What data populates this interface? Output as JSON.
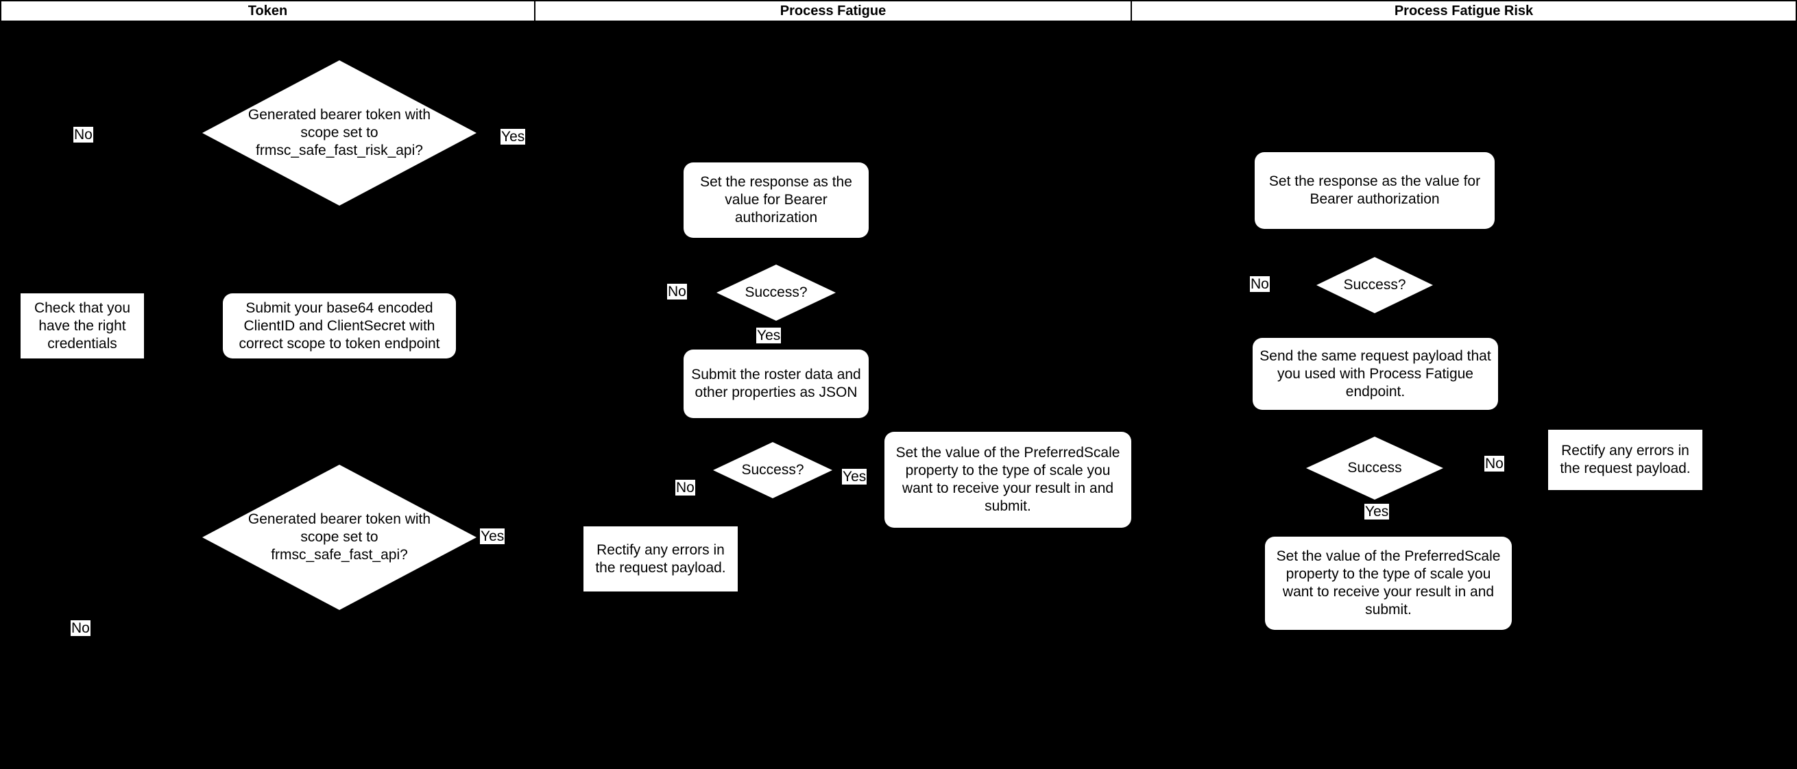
{
  "diagram": {
    "title": "Token / Process Fatigue / Process Fatigue Risk flowchart",
    "background_color": "#000000",
    "node_fill_color": "#ffffff",
    "text_color": "#000000"
  },
  "columns": [
    {
      "label": "Token"
    },
    {
      "label": "Process Fatigue"
    },
    {
      "label": "Process Fatigue Risk"
    }
  ],
  "token_column": {
    "decision_1": "Generated bearer token with scope set to frmsc_safe_fast_risk_api?",
    "decision_1_no": "No",
    "decision_1_yes": "Yes",
    "credentials_box": "Check that you have the right credentials",
    "submit_box": "Submit your base64 encoded ClientID and ClientSecret with correct scope to token endpoint",
    "decision_2": "Generated bearer token with scope set to frmsc_safe_fast_api?",
    "decision_2_yes": "Yes",
    "decision_2_no": "No"
  },
  "process_fatigue_column": {
    "set_response_box": "Set the response as the value for Bearer authorization",
    "success_1": "Success?",
    "success_1_no": "No",
    "success_1_yes": "Yes",
    "submit_roster_box": "Submit the roster data and other properties as JSON",
    "success_2": "Success?",
    "success_2_no": "No",
    "success_2_yes": "Yes",
    "preferred_scale_box": "Set the value of the PreferredScale property to the type of scale you want to receive your result in and submit.",
    "rectify_box": "Rectify any errors in the request payload."
  },
  "process_fatigue_risk_column": {
    "set_response_box": "Set the response as the value for Bearer  authorization",
    "success_1": "Success?",
    "success_1_no": "No",
    "send_same_payload_box": "Send the same request payload that you used with Process Fatigue endpoint.",
    "success_2": "Success",
    "success_2_no": "No",
    "success_2_yes": "Yes",
    "preferred_scale_box": "Set the value of the PreferredScale property to the type of scale you want to receive your result in and submit.",
    "rectify_box": "Rectify any errors in the request payload."
  }
}
